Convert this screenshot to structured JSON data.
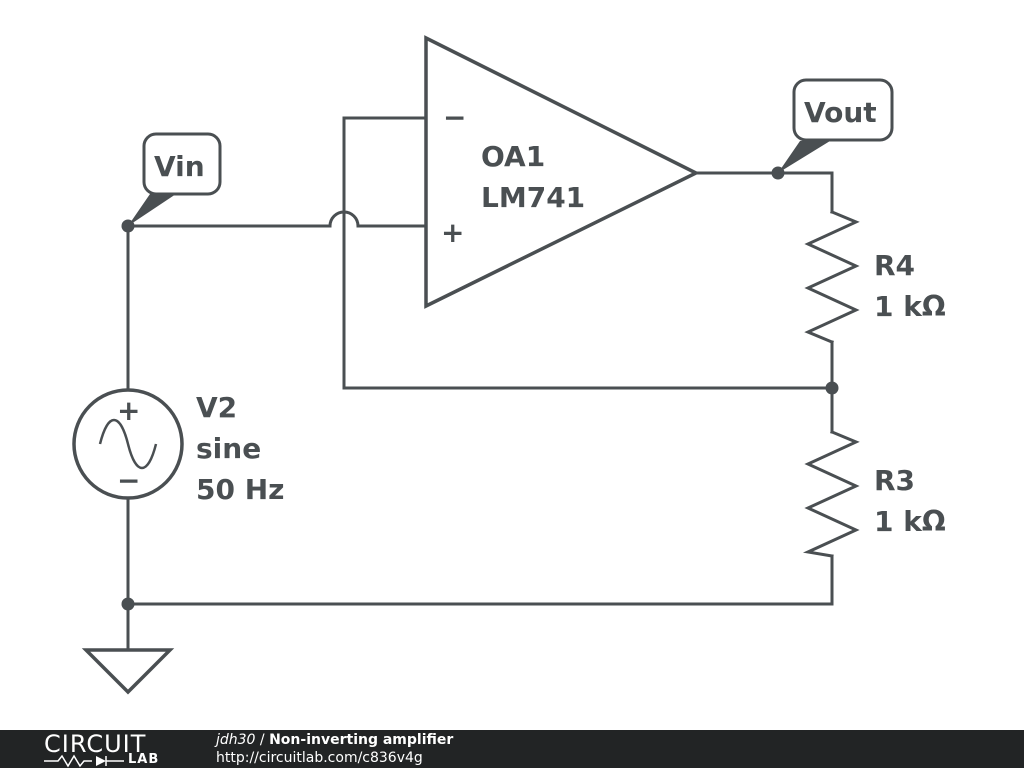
{
  "schematic": {
    "opamp": {
      "name": "OA1",
      "part": "LM741",
      "minus": "−",
      "plus": "+"
    },
    "r4": {
      "name": "R4",
      "value": "1 kΩ"
    },
    "r3": {
      "name": "R3",
      "value": "1 kΩ"
    },
    "source": {
      "name": "V2",
      "type": "sine",
      "freq": "50 Hz",
      "plus": "+",
      "minus": "−"
    },
    "tags": {
      "vin": "Vin",
      "vout": "Vout"
    }
  },
  "footer": {
    "logo_top": "CIRCUIT",
    "logo_bottom": "LAB",
    "author": "jdh30",
    "separator": " / ",
    "title": "Non-inverting amplifier",
    "url": "http://circuitlab.com/c836v4g"
  }
}
